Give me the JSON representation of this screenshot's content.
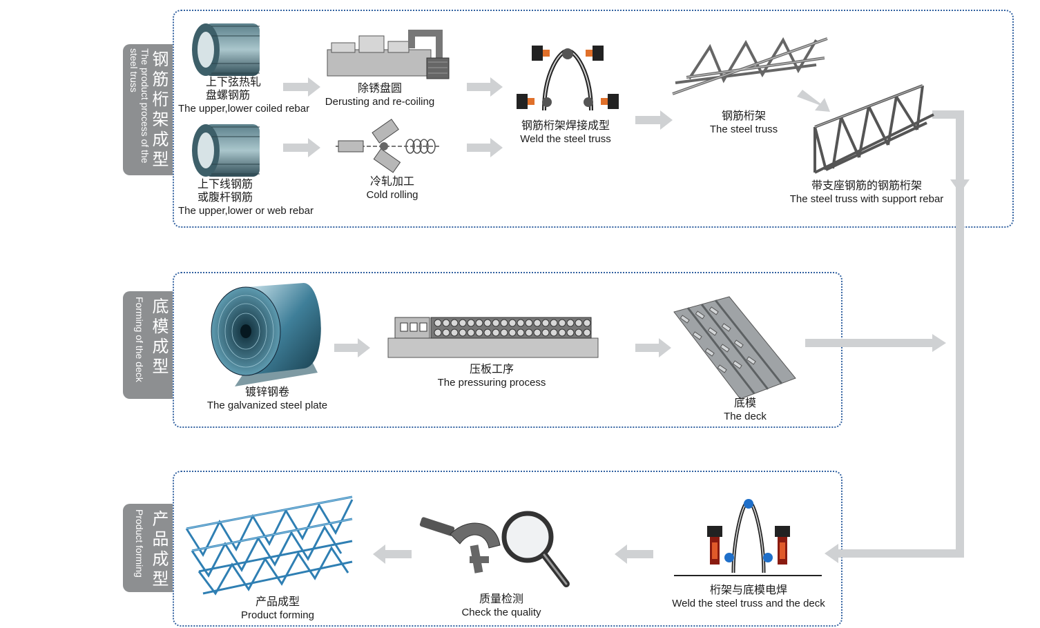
{
  "sections": {
    "truss": {
      "title_zh": "钢筋桁架成型",
      "title_en": "The product process of the steel truss"
    },
    "deck": {
      "title_zh": "底模成型",
      "title_en": "Forming of the deck"
    },
    "product": {
      "title_zh": "产品成型",
      "title_en": "Product forming"
    }
  },
  "steps": {
    "coiled_rebar": {
      "zh": "上下弦热轧\n盘螺钢筋",
      "en": "The upper,lower coiled rebar"
    },
    "web_rebar": {
      "zh": "上下线钢筋\n或腹杆钢筋",
      "en": "The upper,lower or web rebar"
    },
    "derusting": {
      "zh": "除锈盘圆",
      "en": "Derusting and re-coiling"
    },
    "cold_rolling": {
      "zh": "冷轧加工",
      "en": "Cold rolling"
    },
    "weld_truss": {
      "zh": "钢筋桁架焊接成型",
      "en": "Weld the steel truss"
    },
    "steel_truss": {
      "zh": "钢筋桁架",
      "en": "The steel truss"
    },
    "truss_support": {
      "zh": "带支座钢筋的钢筋桁架",
      "en": "The steel truss with support rebar"
    },
    "galvanized": {
      "zh": "镀锌钢卷",
      "en": "The galvanized steel plate"
    },
    "pressuring": {
      "zh": "压板工序",
      "en": "The pressuring process"
    },
    "deck": {
      "zh": "底模",
      "en": "The deck"
    },
    "weld_deck": {
      "zh": "桁架与底模电焊",
      "en": "Weld the steel truss and the deck"
    },
    "quality": {
      "zh": "质量检测",
      "en": "Check the quality"
    },
    "product": {
      "zh": "产品成型",
      "en": "Product forming"
    }
  },
  "colors": {
    "border": "#2f5f9f",
    "tab": "#8d8f91",
    "arrow": "#cfd1d3",
    "accent_blue": "#1f6fc9"
  },
  "icons": [
    "coil-icon",
    "derusting-machine-icon",
    "cold-rolling-icon",
    "welding-icon",
    "steel-truss-icon",
    "coil-roll-icon",
    "press-machine-icon",
    "deck-plate-icon",
    "magnifier-caliper-icon",
    "product-truss-icon"
  ]
}
